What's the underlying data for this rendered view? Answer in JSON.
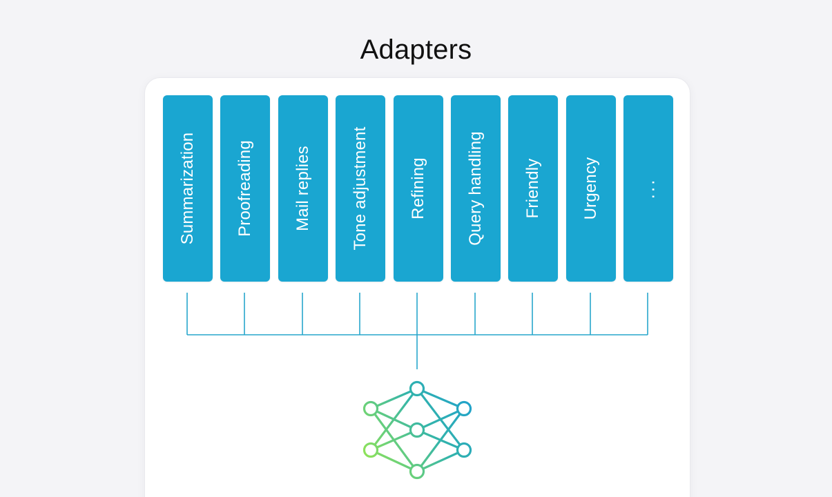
{
  "title": "Adapters",
  "adapters": [
    {
      "label": "Summarization"
    },
    {
      "label": "Proofreading"
    },
    {
      "label": "Mail replies"
    },
    {
      "label": "Tone adjustment"
    },
    {
      "label": "Refining"
    },
    {
      "label": "Query handling"
    },
    {
      "label": "Friendly"
    },
    {
      "label": "Urgency"
    },
    {
      "label": "..."
    }
  ],
  "colors": {
    "adapter_fill": "#1aa6d1",
    "connector_line": "#27a6cc",
    "network_gradient": [
      "#8ee25b",
      "#33b4aa",
      "#1f9fd0"
    ]
  },
  "icons": {
    "base_model": "neural-network-icon"
  }
}
